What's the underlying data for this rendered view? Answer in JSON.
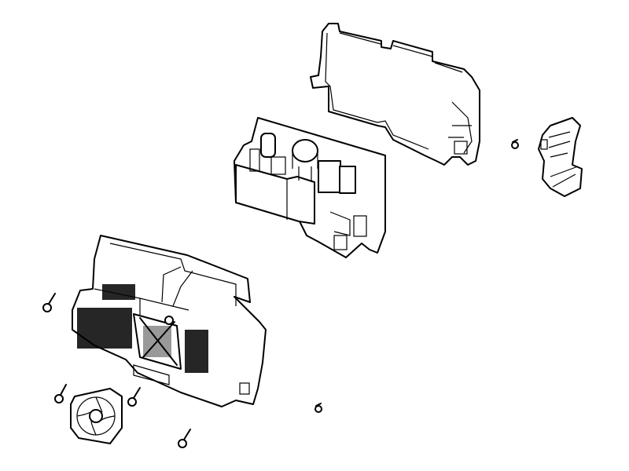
{
  "diagram": {
    "type": "exploded-view",
    "colors": {
      "line": "#000000",
      "background": "#ffffff"
    },
    "parts": [
      "bracket-frame",
      "power-supply-board",
      "inlet-connector",
      "chassis-housing",
      "cooling-fan",
      "screw",
      "screw",
      "screw",
      "screw",
      "screw",
      "screw"
    ]
  }
}
